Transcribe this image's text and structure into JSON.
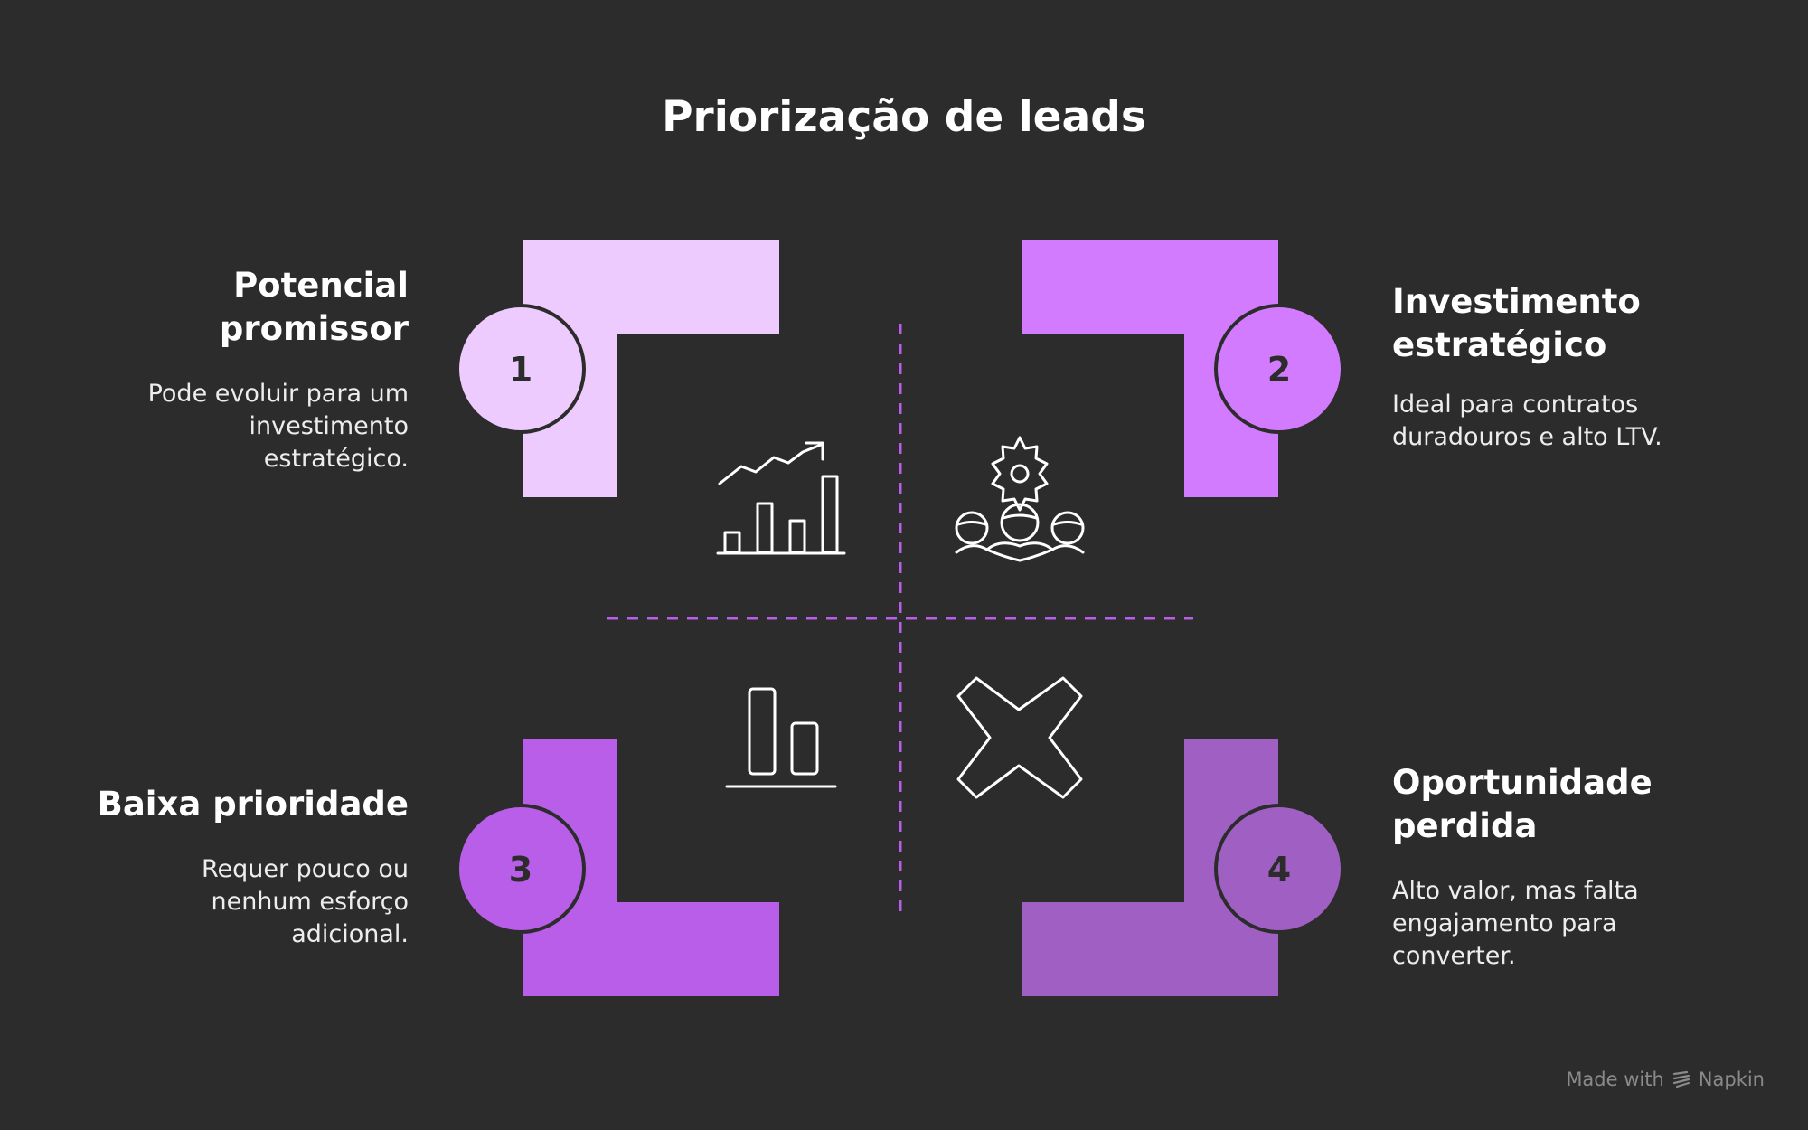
{
  "title": "Priorização de leads",
  "colors": {
    "background": "#2c2c2c",
    "q1": "#eecbff",
    "q2": "#d37bff",
    "q3": "#b85ee8",
    "q4": "#a05fc3",
    "divider": "#b85ee8"
  },
  "quadrants": [
    {
      "number": "1",
      "heading_lines": [
        "Potencial",
        "promissor"
      ],
      "description_lines": [
        "Pode evoluir para um",
        "investimento",
        "estratégico."
      ],
      "icon": "growth-chart-icon"
    },
    {
      "number": "2",
      "heading_lines": [
        "Investimento",
        "estratégico"
      ],
      "description_lines": [
        "Ideal para contratos",
        "duradouros e alto LTV."
      ],
      "icon": "team-settings-icon"
    },
    {
      "number": "3",
      "heading_lines": [
        "Baixa prioridade"
      ],
      "description_lines": [
        "Requer pouco ou",
        "nenhum esforço",
        "adicional."
      ],
      "icon": "small-bar-chart-icon"
    },
    {
      "number": "4",
      "heading_lines": [
        "Oportunidade",
        "perdida"
      ],
      "description_lines": [
        "Alto valor, mas falta",
        "engajamento para",
        "converter."
      ],
      "icon": "x-mark-icon"
    }
  ],
  "branding": {
    "made_with": "Made with",
    "name": "Napkin"
  }
}
